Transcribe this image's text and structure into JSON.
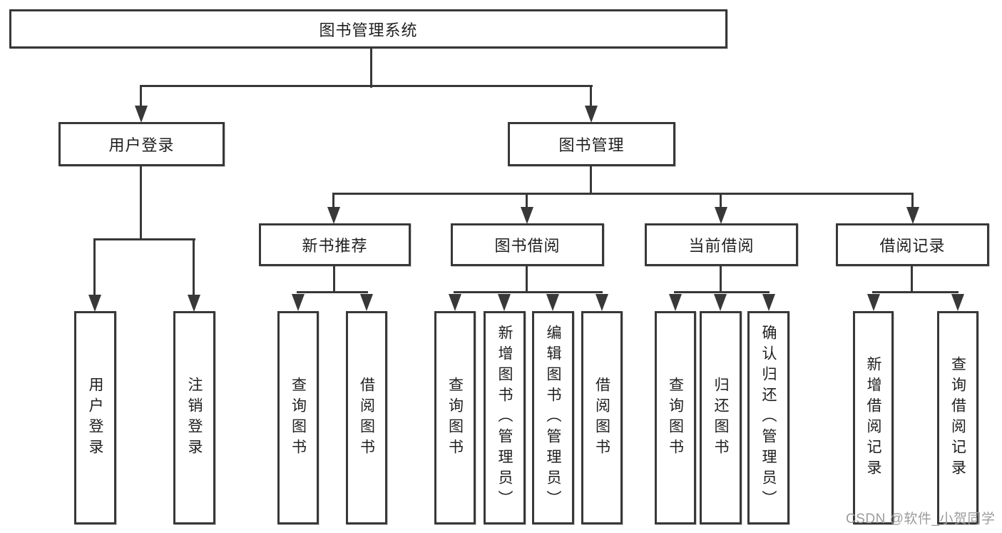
{
  "nodes": {
    "root": "图书管理系统",
    "userLogin": "用户登录",
    "bookMgmt": "图书管理",
    "newBookRec": "新书推荐",
    "bookBorrow": "图书借阅",
    "currentBorrow": "当前借阅",
    "borrowRecord": "借阅记录",
    "leafUserLogin": "用户登录",
    "leafLogout": "注销登录",
    "leafQueryBook1": "查询图书",
    "leafBorrowBook1": "借阅图书",
    "leafQueryBook2": "查询图书",
    "leafAddBook": "新增图书（管理员）",
    "leafEditBook": "编辑图书（管理员）",
    "leafBorrowBook2": "借阅图书",
    "leafQueryBook3": "查询图书",
    "leafReturnBook": "归还图书",
    "leafConfirmReturn": "确认归还（管理员）",
    "leafAddBorrowRecord": "新增借阅记录",
    "leafQueryBorrowRecord": "查询借阅记录"
  },
  "watermark": "CSDN @软件_小贺同学",
  "colors": {
    "line": "#383838",
    "text": "#1f1f1f",
    "watermark": "#9c9c9c",
    "background": "#ffffff"
  }
}
